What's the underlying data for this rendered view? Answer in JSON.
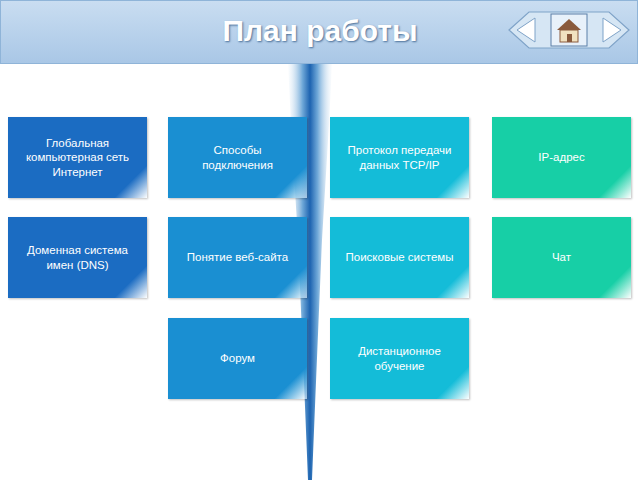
{
  "diagram": {
    "title": "План работы",
    "nodes": [
      {
        "text": [
          "Глобальная компьютерная сеть Интернет"
        ]
      },
      {
        "text": [
          "Способы подключения"
        ]
      },
      {
        "text": [
          "Протокол передачи данных TCP/IP"
        ]
      },
      {
        "text": [
          "IP-адрес"
        ]
      },
      {
        "text": [
          "Доменная система имен (DNS)"
        ]
      },
      {
        "text": [
          "Понятие веб-сайта"
        ]
      },
      {
        "text": [
          "Поисковые системы"
        ]
      },
      {
        "text": [
          "Чат"
        ]
      },
      {
        "text": [
          "Форум"
        ]
      },
      {
        "text": [
          "Дистанционное обучение"
        ]
      }
    ]
  }
}
